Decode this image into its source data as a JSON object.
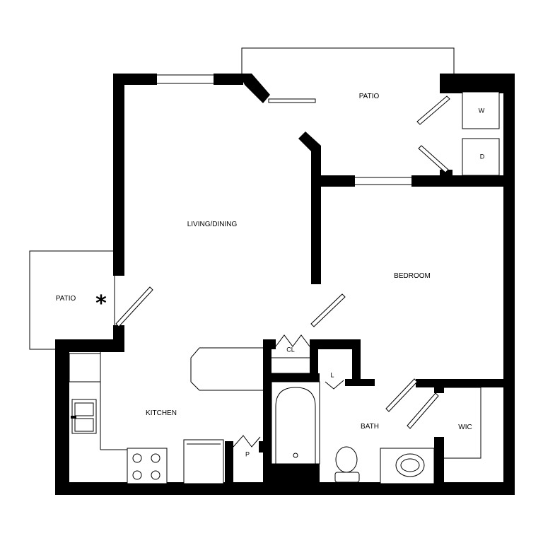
{
  "rooms": {
    "patio_top": "PATIO",
    "living_dining": "LIVING/DINING",
    "bedroom": "BEDROOM",
    "patio_left": "PATIO",
    "kitchen": "KITCHEN",
    "bath": "BATH",
    "wic": "WIC"
  },
  "fixtures": {
    "washer": "W",
    "dryer": "D",
    "closet": "CL",
    "linen": "L",
    "pantry": "P",
    "marker": "*"
  },
  "colors": {
    "wall": "#000000",
    "line": "#000000",
    "background": "#ffffff"
  }
}
